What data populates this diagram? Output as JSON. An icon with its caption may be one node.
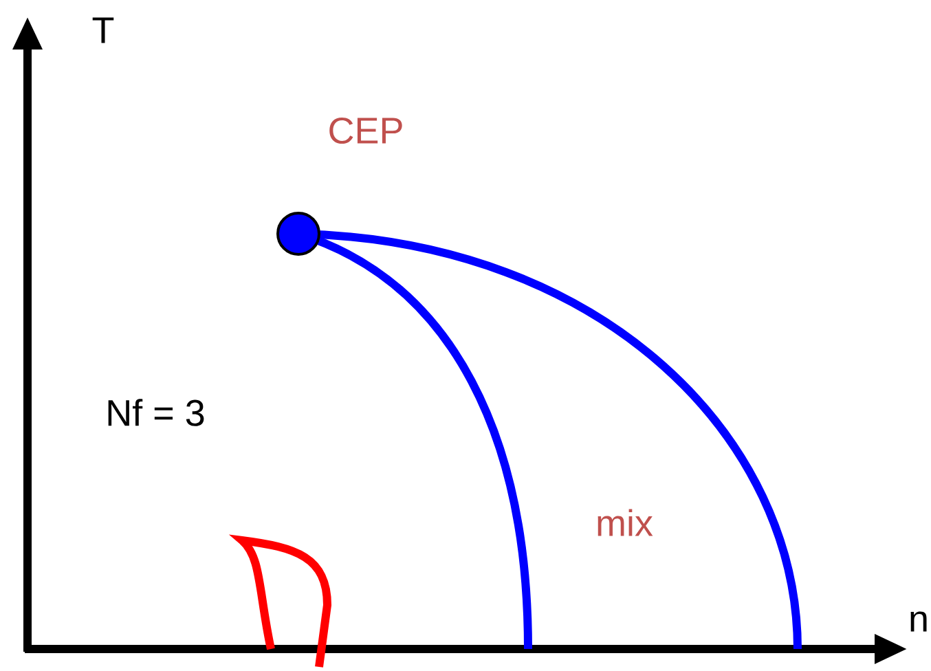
{
  "diagram": {
    "nodes": [
      {
        "text": [],
        "shape": "circle",
        "beside": [
          "CEP"
        ]
      }
    ],
    "labels": [
      "T",
      "n",
      "Nf = 3",
      "mix"
    ]
  }
}
